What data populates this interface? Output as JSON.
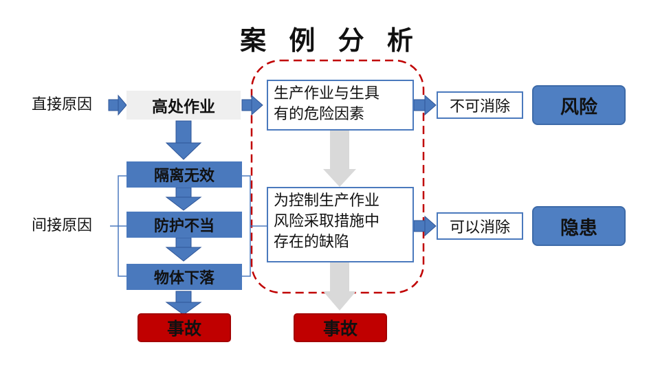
{
  "title": "案 例 分 析",
  "left": {
    "direct_cause": "直接原因",
    "indirect_cause": "间接原因",
    "high_work": "高处作业",
    "steps": [
      "隔离无效",
      "防护不当",
      "物体下落"
    ],
    "accident": "事故"
  },
  "middle": {
    "hazard_text": [
      "生产作业与生具",
      "有的危险因素"
    ],
    "defect_text": [
      "为控制生产作业",
      "风险采取措施中",
      "存在的缺陷"
    ],
    "accident": "事故"
  },
  "right": {
    "cannot_eliminate": "不可消除",
    "can_eliminate": "可以消除",
    "risk": "风险",
    "hidden_danger": "隐患"
  },
  "colors": {
    "arrow_blue": "#4a79bd",
    "arrow_gray": "#d9d9d9",
    "accident_red": "#c00000",
    "dashed_red": "#c00000"
  }
}
